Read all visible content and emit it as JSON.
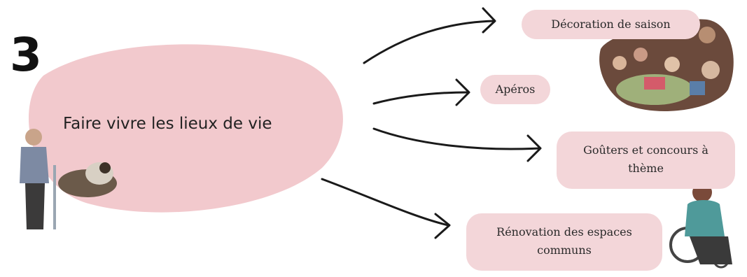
{
  "number": "3",
  "central_topic": "Faire vivre les lieux de vie",
  "items": [
    {
      "id": "decoration",
      "label": "Décoration de saison"
    },
    {
      "id": "aperos",
      "label": "Apéros"
    },
    {
      "id": "gouters",
      "label": "Goûters et concours à thème"
    },
    {
      "id": "renovation",
      "label": "Rénovation des espaces communs"
    }
  ],
  "colors": {
    "blob": "#f2c9cd",
    "pill": "#f3d6d9",
    "arrow": "#1a1a1a"
  },
  "images": [
    {
      "name": "photo-woman-with-dog"
    },
    {
      "name": "photo-group-decorating"
    },
    {
      "name": "photo-woman-wheelchair"
    }
  ]
}
